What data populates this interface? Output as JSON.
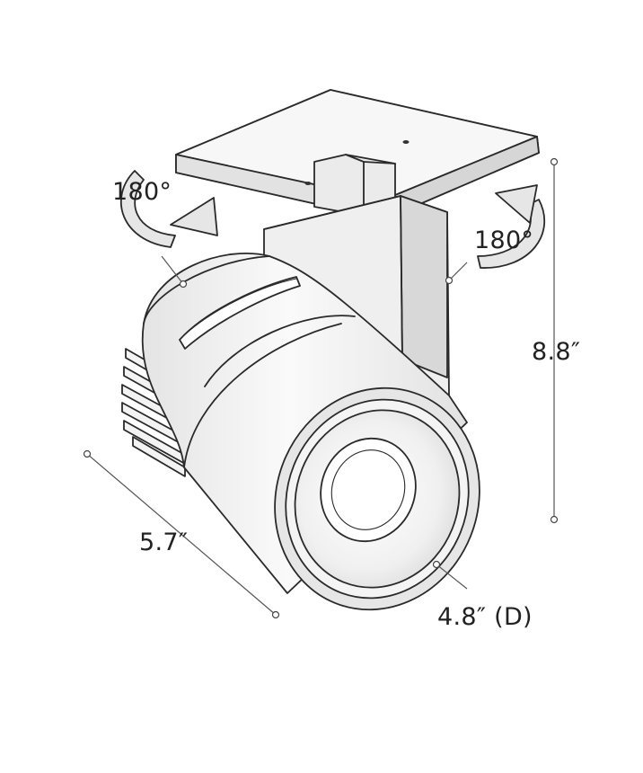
{
  "labels": {
    "rotation_left": "180°",
    "rotation_right": "180°",
    "height": "8.8″",
    "length": "5.7″",
    "diameter": "4.8″ (D)"
  },
  "colors": {
    "outline": "#2a2a2a",
    "body": "#f2f2f2",
    "shadow": "#d9d9d9",
    "arrow": "#e6e6e6",
    "text": "#222222"
  }
}
